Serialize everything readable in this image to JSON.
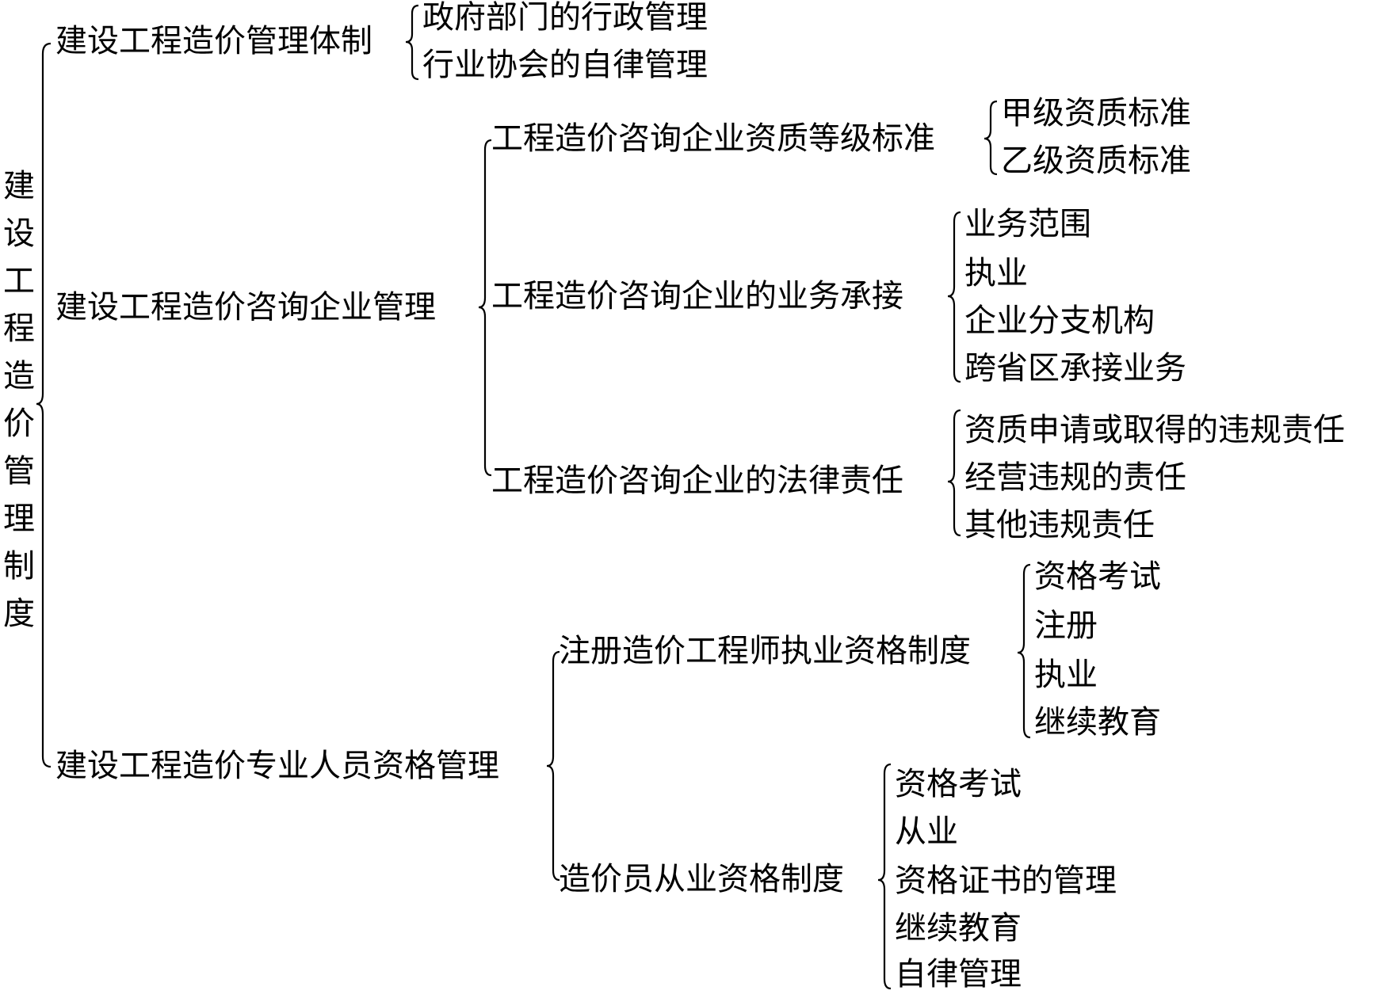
{
  "root": {
    "label": "建设工程造价管理制度",
    "chars": [
      "建",
      "设",
      "工",
      "程",
      "造",
      "价",
      "管",
      "理",
      "制",
      "度"
    ]
  },
  "branches": [
    {
      "label": "建设工程造价管理体制",
      "items": [
        "政府部门的行政管理",
        "行业协会的自律管理"
      ]
    },
    {
      "label": "建设工程造价咨询企业管理",
      "subs": [
        {
          "label": "工程造价咨询企业资质等级标准",
          "items": [
            "甲级资质标准",
            "乙级资质标准"
          ]
        },
        {
          "label": "工程造价咨询企业的业务承接",
          "items": [
            "业务范围",
            "执业",
            "企业分支机构",
            "跨省区承接业务"
          ]
        },
        {
          "label": "工程造价咨询企业的法律责任",
          "items": [
            "资质申请或取得的违规责任",
            "经营违规的责任",
            "其他违规责任"
          ]
        }
      ]
    },
    {
      "label": "建设工程造价专业人员资格管理",
      "subs": [
        {
          "label": "注册造价工程师执业资格制度",
          "items": [
            "资格考试",
            "注册",
            "执业",
            "继续教育"
          ]
        },
        {
          "label": "造价员从业资格制度",
          "items": [
            "资格考试",
            "从业",
            "资格证书的管理",
            "继续教育",
            "自律管理"
          ]
        }
      ]
    }
  ]
}
